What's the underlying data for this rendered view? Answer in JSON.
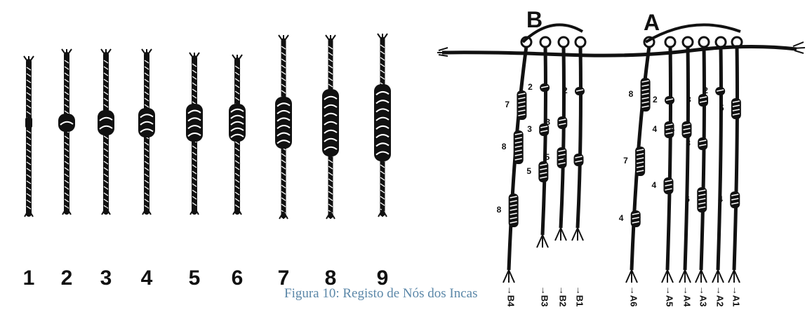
{
  "left_numbers": [
    "1",
    "2",
    "3",
    "4",
    "5",
    "6",
    "7",
    "8",
    "9"
  ],
  "caption": "Figura 10: Registo de Nós dos Incas",
  "group_b": {
    "letter": "B",
    "cords": [
      {
        "label": "→B4",
        "knots": [
          "7",
          "8",
          "8"
        ]
      },
      {
        "label": "→B3",
        "knots": [
          "2",
          "3",
          "5"
        ]
      },
      {
        "label": "→B2",
        "knots": [
          "3",
          "5"
        ]
      },
      {
        "label": "→B1",
        "knots": [
          "2",
          "3"
        ]
      }
    ]
  },
  "group_a": {
    "letter": "A",
    "cords": [
      {
        "label": "→A6",
        "knots": [
          "8",
          "7",
          "4"
        ]
      },
      {
        "label": "→A5",
        "knots": [
          "2",
          "4",
          "4"
        ]
      },
      {
        "label": "→A4",
        "knots": [
          "4"
        ]
      },
      {
        "label": "→A3",
        "knots": [
          "3",
          "3",
          "6"
        ]
      },
      {
        "label": "→A2",
        "knots": [
          "2"
        ]
      },
      {
        "label": "→A1",
        "knots": [
          "5",
          "4"
        ]
      }
    ]
  },
  "colors": {
    "ink": "#111111",
    "caption": "#5b87a8",
    "background": "#ffffff"
  }
}
